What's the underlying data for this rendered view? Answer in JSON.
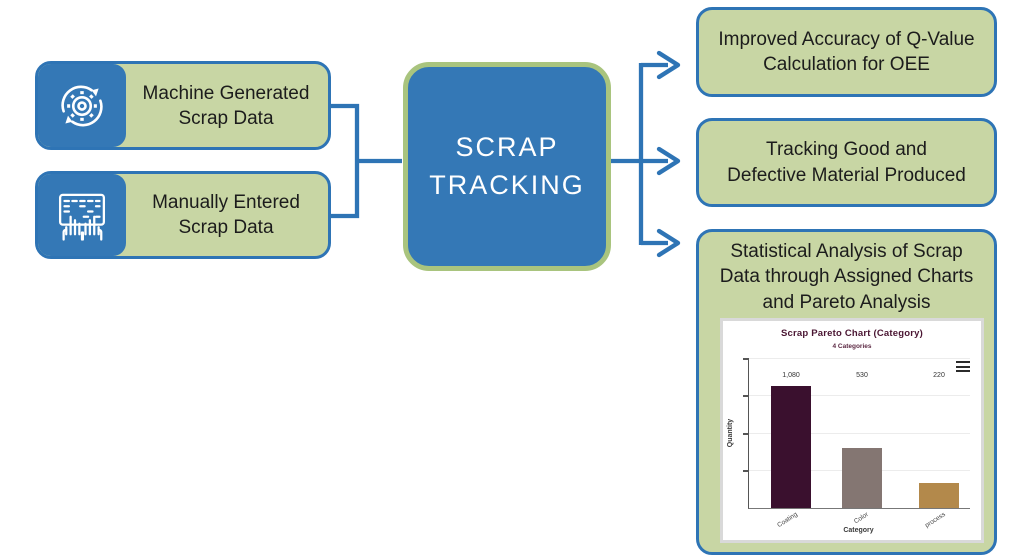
{
  "diagram": {
    "inputs": [
      {
        "icon": "gear-sync-icon",
        "lines": [
          "Machine Generated",
          "Scrap Data"
        ]
      },
      {
        "icon": "keyboard-typing-icon",
        "lines": [
          "Manually Entered",
          "Scrap Data"
        ]
      }
    ],
    "center": {
      "lines": [
        "SCRAP",
        "TRACKING"
      ]
    },
    "outputs": [
      {
        "lines": [
          "Improved Accuracy of Q-Value",
          "Calculation for OEE"
        ]
      },
      {
        "lines": [
          "Tracking Good and",
          "Defective Material Produced"
        ]
      },
      {
        "lines": [
          "Statistical Analysis of Scrap",
          "Data through Assigned Charts",
          "and Pareto Analysis"
        ]
      }
    ]
  },
  "colors": {
    "blue_fill": "#3478b6",
    "blue_line": "#2e74b5",
    "green_fill": "#c8d6a4",
    "green_border": "#a9c47e",
    "text_dark": "#1c1c1c",
    "chart_title": "#4a1532",
    "panel_frame": "#d9d9d9"
  },
  "chart_data": {
    "type": "bar",
    "title": "Scrap Pareto Chart (Category)",
    "subtitle": "4 Categories",
    "xlabel": "Category",
    "ylabel": "Quantity",
    "categories": [
      "Coating",
      "Color",
      "process"
    ],
    "values": [
      1080,
      530,
      220
    ],
    "value_labels": [
      "1,080",
      "530",
      "220"
    ],
    "bar_colors": [
      "#3a102e",
      "#847672",
      "#b3894b"
    ],
    "ylim": [
      0,
      1330
    ],
    "grid": true,
    "legend": false,
    "menu_icon": "hamburger-menu-icon"
  }
}
